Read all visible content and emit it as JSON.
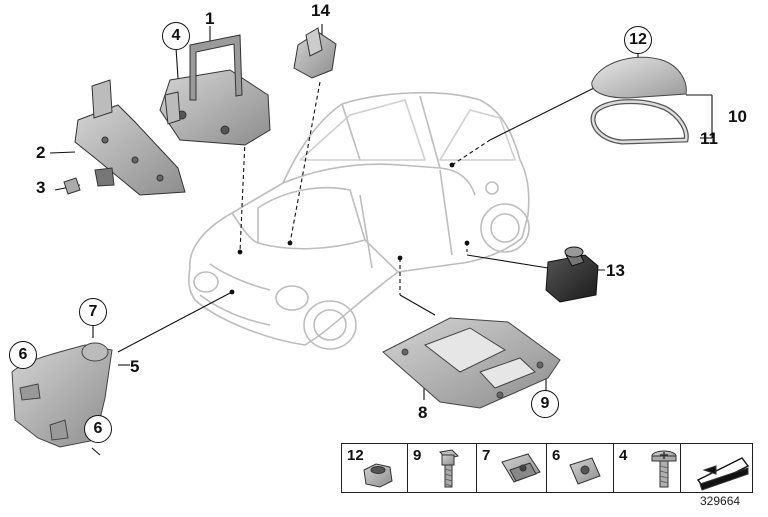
{
  "callouts": {
    "c1": "1",
    "c2": "2",
    "c3": "3",
    "c4": "4",
    "c5": "5",
    "c6a": "6",
    "c6b": "6",
    "c7": "7",
    "c8": "8",
    "c9": "9",
    "c10": "10",
    "c11": "11",
    "c12": "12",
    "c13": "13",
    "c14": "14"
  },
  "legend": {
    "items": [
      {
        "number": "12",
        "part": "hex-flange-nut"
      },
      {
        "number": "9",
        "part": "hex-bolt"
      },
      {
        "number": "7",
        "part": "clip-nut"
      },
      {
        "number": "6",
        "part": "speed-nut"
      },
      {
        "number": "4",
        "part": "torx-screw"
      }
    ],
    "direction_icon": "front-direction-arrow-icon"
  },
  "doc_number": "329664"
}
